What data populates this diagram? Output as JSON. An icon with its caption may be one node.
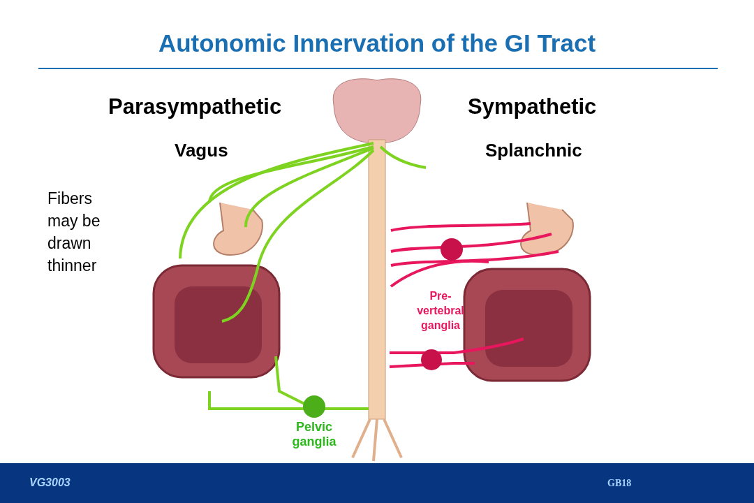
{
  "diagram": {
    "title": "Autonomic Innervation of the GI Tract",
    "labels": [
      "Parasympathetic",
      "Vagus",
      "Sympathetic",
      "Splanchnic",
      "Fibers may be drawn thinner",
      "Pre-vertebral ganglia",
      "Pelvic ganglia",
      "VG3003",
      "GB18"
    ]
  }
}
